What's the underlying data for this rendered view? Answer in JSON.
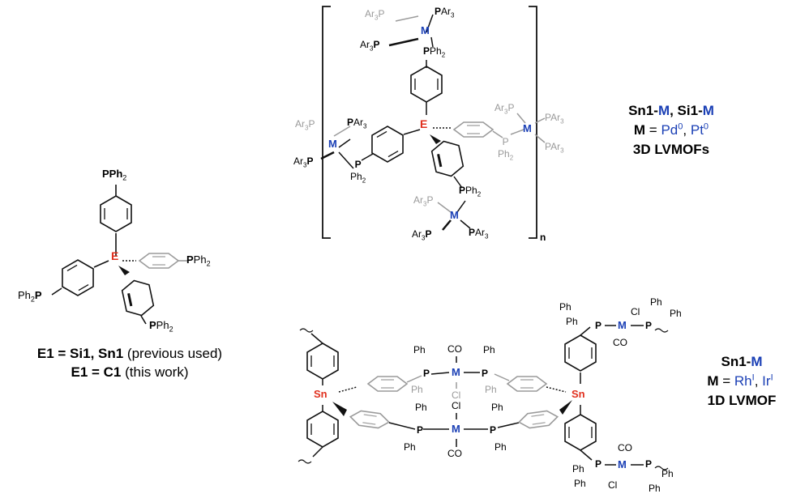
{
  "left_scheme": {
    "center_atom": "E",
    "phosphine": "PPh",
    "sub2": "2",
    "ph2p": "Ph",
    "caption_line1_bold": "E1 = Si1, Sn1",
    "caption_line1_rest": " (previous used)",
    "caption_line2_bold": "E1 = C1",
    "caption_line2_rest": " (this work)"
  },
  "top_scheme": {
    "metal": "M",
    "center_atom": "E",
    "par3": "PAr",
    "ar3p": "Ar",
    "pph2": "PPh",
    "sub2": "2",
    "sub3": "3",
    "bracket_subscript": "n",
    "label_line1_a": "Sn1-",
    "label_line1_m": "M",
    "label_line1_b": ", Si1-",
    "label_line1_m2": "M",
    "label_line2_bold": "M",
    "label_line2_eq": " = ",
    "label_line2_pd": "Pd",
    "label_line2_pd_sup": "0",
    "label_line2_sep": ", ",
    "label_line2_pt": "Pt",
    "label_line2_pt_sup": "0",
    "label_line3": "3D LVMOFs"
  },
  "bottom_scheme": {
    "tin": "Sn",
    "metal": "M",
    "co": "CO",
    "cl": "Cl",
    "ph": "Ph",
    "p": "P",
    "label_line1_a": "Sn1-",
    "label_line1_m": "M",
    "label_line2_bold": "M",
    "label_line2_eq": " = ",
    "label_line2_rh": "Rh",
    "label_line2_rh_sup": "I",
    "label_line2_sep": ", ",
    "label_line2_ir": "Ir",
    "label_line2_ir_sup": "I",
    "label_line3": "1D LVMOF"
  },
  "colors": {
    "metal": "#1a3fb5",
    "center": "#e0301e",
    "grey": "#9a9a9a",
    "bond": "#111111"
  }
}
